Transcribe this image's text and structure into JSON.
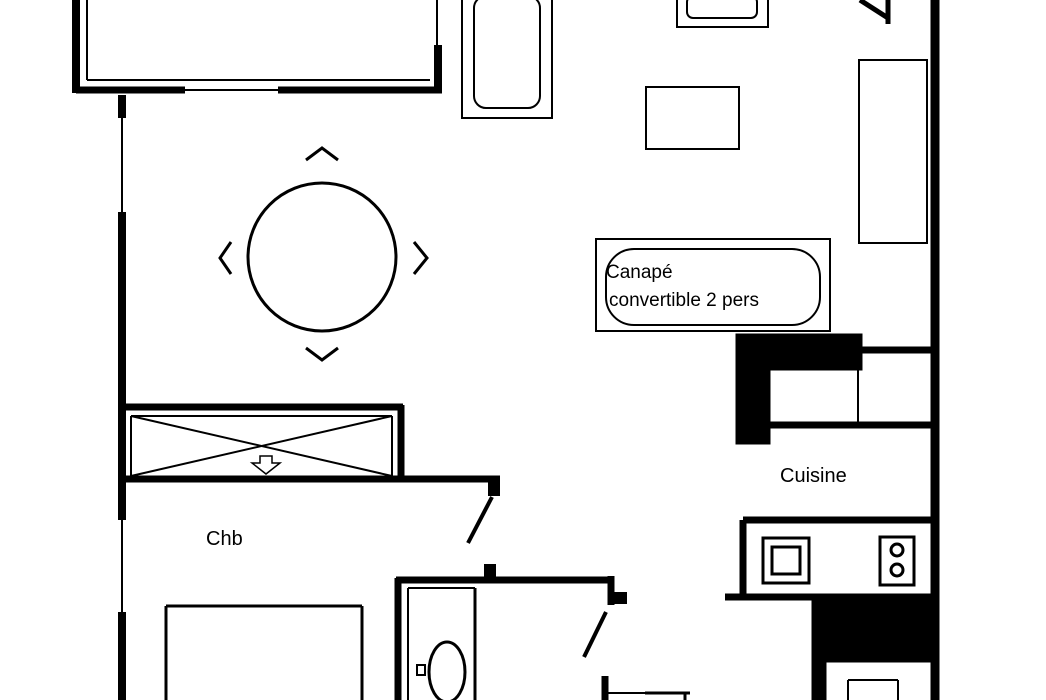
{
  "labels": {
    "sofa_line1": "Canapé",
    "sofa_line2": "convertible 2 pers",
    "kitchen": "Cuisine",
    "bedroom": "Chb"
  },
  "colors": {
    "line": "#000000",
    "background": "#ffffff"
  }
}
